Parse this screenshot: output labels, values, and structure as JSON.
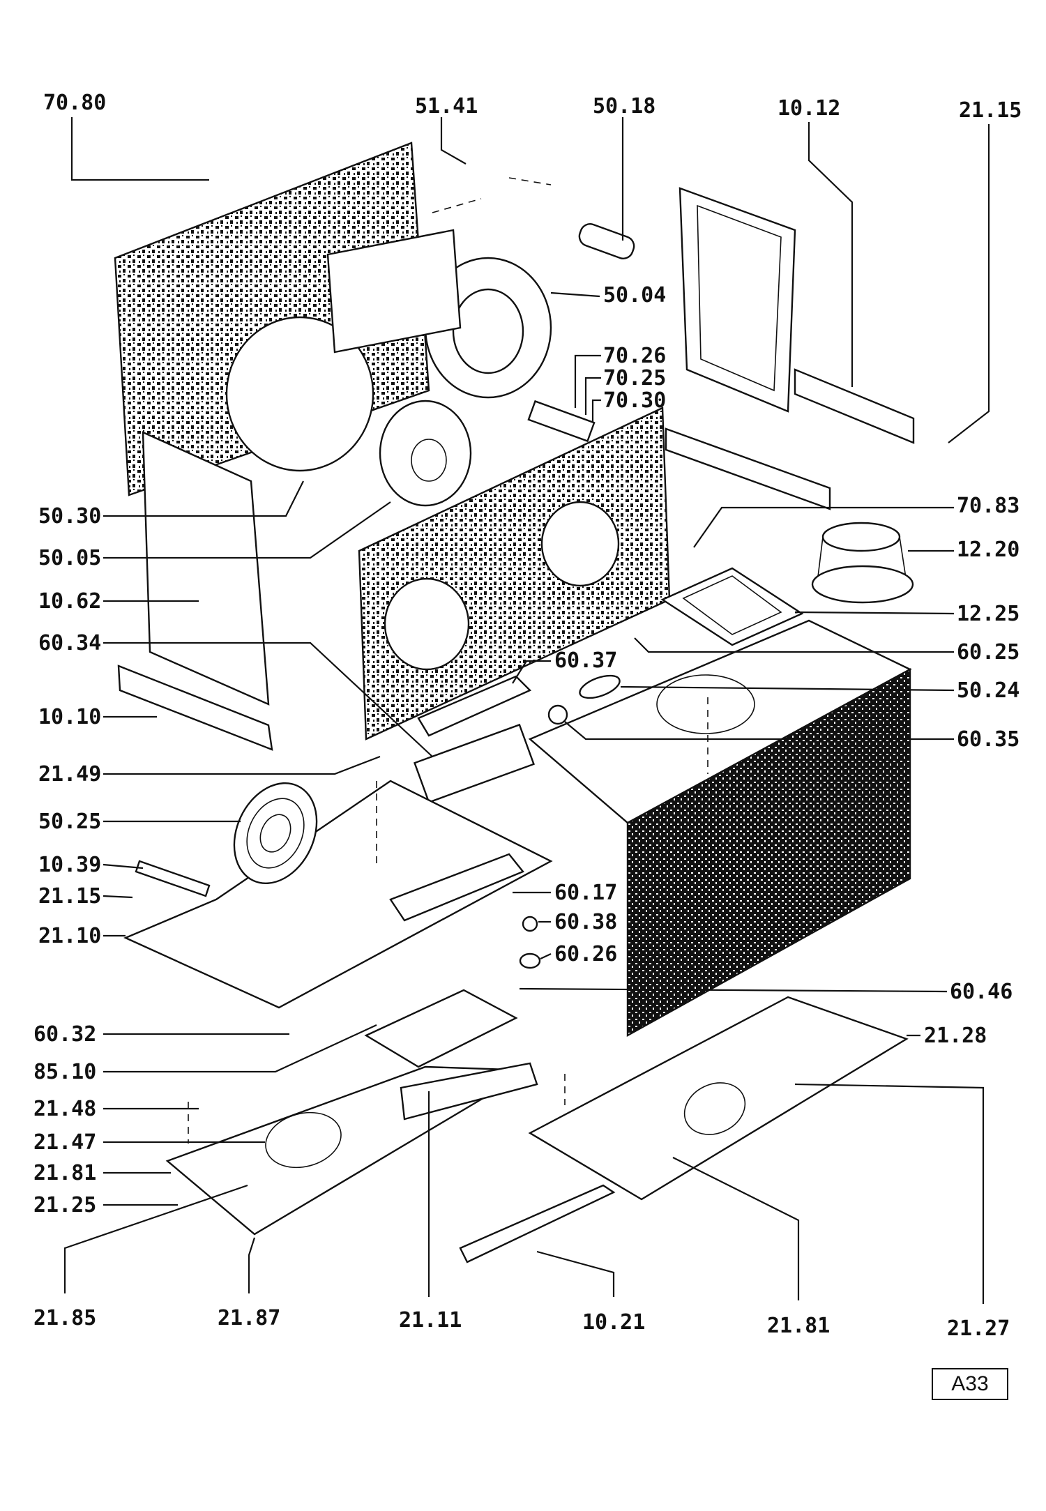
{
  "diagram": {
    "page_ref": "A33",
    "labels": {
      "p7080": "70.80",
      "p5141": "51.41",
      "p5018": "50.18",
      "p1012": "10.12",
      "p2115a": "21.15",
      "p5004": "50.04",
      "p7026": "70.26",
      "p7025": "70.25",
      "p7030": "70.30",
      "p5030": "50.30",
      "p5005": "50.05",
      "p7083": "70.83",
      "p1220": "12.20",
      "p1062": "10.62",
      "p1225": "12.25",
      "p6034": "60.34",
      "p6037": "60.37",
      "p6025": "60.25",
      "p5024": "50.24",
      "p1010": "10.10",
      "p6035": "60.35",
      "p2149": "21.49",
      "p5025": "50.25",
      "p1039": "10.39",
      "p2115b": "21.15",
      "p6017": "60.17",
      "p2110": "21.10",
      "p6038": "60.38",
      "p6026": "60.26",
      "p6046": "60.46",
      "p6032": "60.32",
      "p2128": "21.28",
      "p8510": "85.10",
      "p2148": "21.48",
      "p2147": "21.47",
      "p2181a": "21.81",
      "p2125": "21.25",
      "p2185": "21.85",
      "p2187": "21.87",
      "p2111": "21.11",
      "p1021": "10.21",
      "p2181b": "21.81",
      "p2127": "21.27"
    }
  }
}
